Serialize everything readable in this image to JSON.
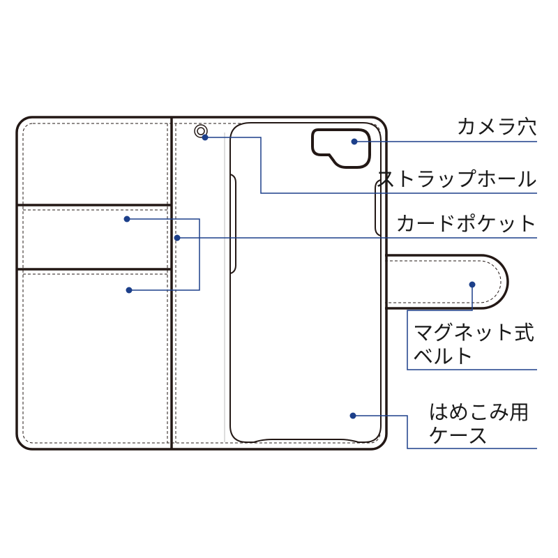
{
  "colors": {
    "outline": "#231815",
    "stitch": "#231815",
    "leader": "#1c3f8a",
    "text": "#1a1a1a",
    "background": "#ffffff"
  },
  "labels": {
    "camera_hole": "カメラ穴",
    "strap_hole": "ストラップホール",
    "card_pocket": "カードポケット",
    "magnetic_belt": [
      "マグネット式",
      "ベルト"
    ],
    "snap_case": [
      "はめこみ用",
      "ケース"
    ]
  }
}
